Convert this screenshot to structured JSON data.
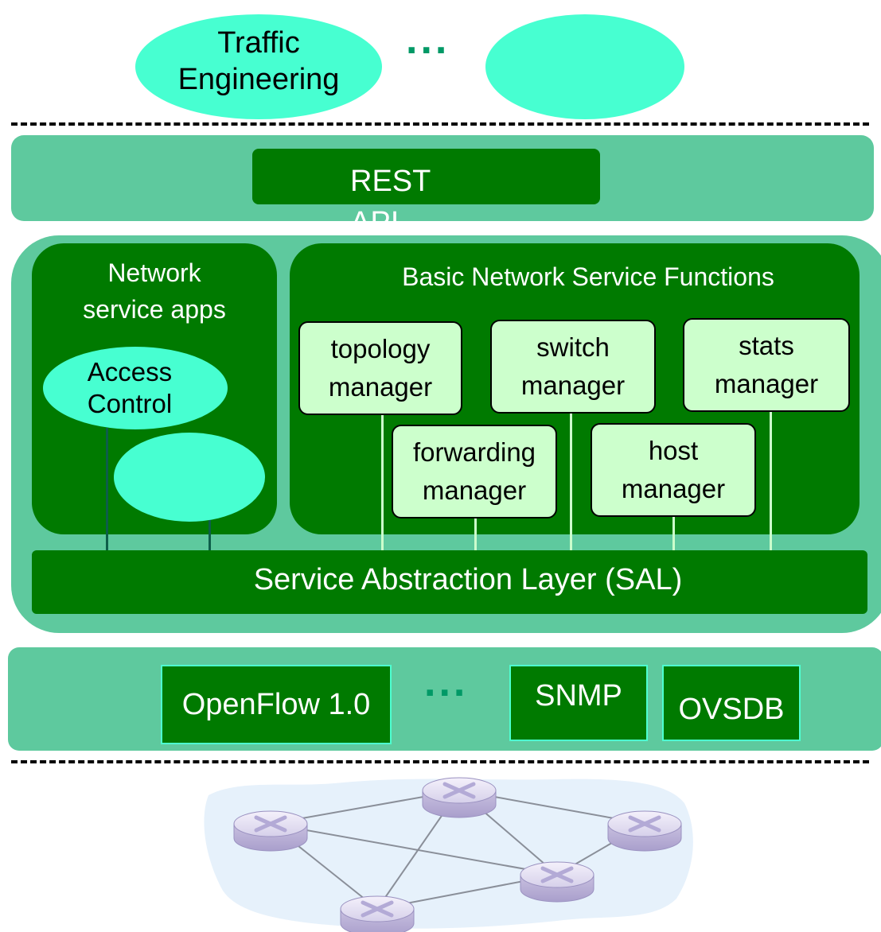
{
  "apps": {
    "traffic_engineering": "Traffic\nEngineering",
    "ellipsis": "..."
  },
  "rest_api": "REST\nAPI",
  "network_service_apps": {
    "title": "Network\nservice apps",
    "access_control": "Access\nControl"
  },
  "basic_functions": {
    "title": "Basic Network Service Functions",
    "managers": {
      "topology": "topology\nmanager",
      "switch": "switch\nmanager",
      "stats": "stats\nmanager",
      "forwarding": "forwarding\nmanager",
      "host": "host\nmanager"
    }
  },
  "sal": "Service Abstraction Layer (SAL)",
  "protocols": {
    "openflow": "OpenFlow 1.0",
    "ellipsis": "...",
    "snmp": "SNMP",
    "ovsdb": "OVSDB"
  },
  "colors": {
    "app_ellipse": "#47ffd1",
    "band": "#5ec99e",
    "dark_green": "#007a00",
    "manager_box": "#ccffcc",
    "network_cloud": "#e6f1fb"
  },
  "network": {
    "icon": "router-icon",
    "router_count": 5
  }
}
